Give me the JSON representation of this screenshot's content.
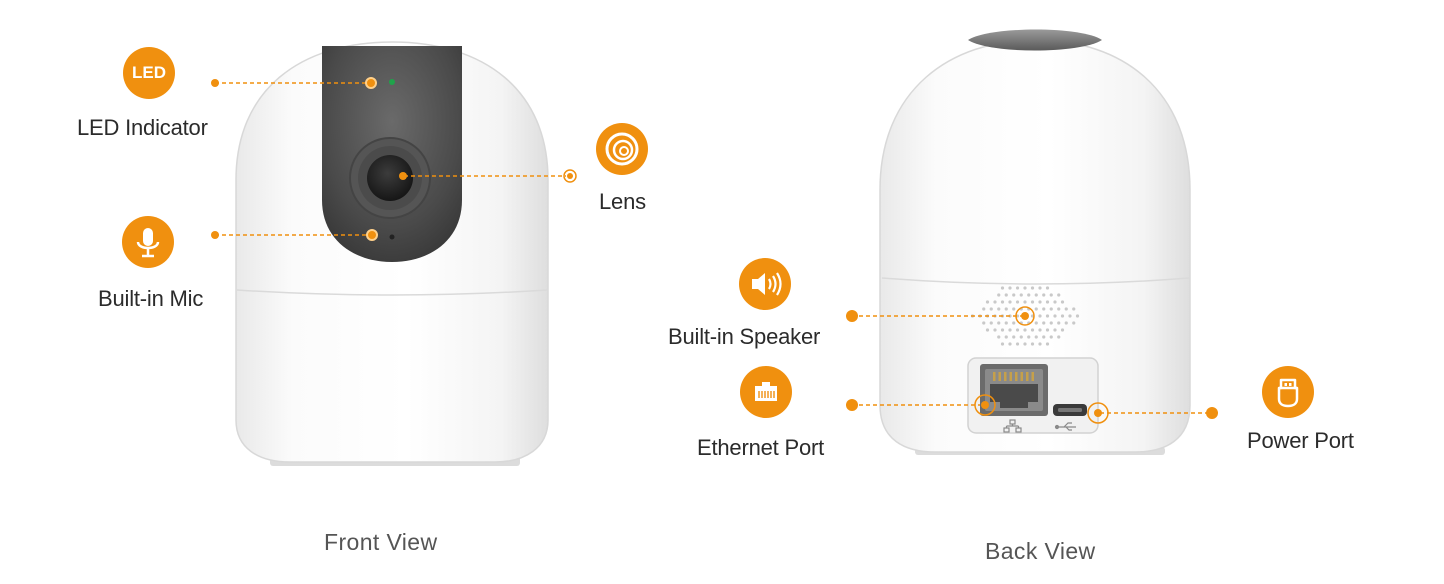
{
  "front_view": {
    "caption": "Front View",
    "callouts": {
      "led": {
        "label": "LED Indicator",
        "badge_text": "LED",
        "icon": "led-icon"
      },
      "mic": {
        "label": "Built-in Mic",
        "icon": "microphone-icon"
      },
      "lens": {
        "label": "Lens",
        "icon": "lens-icon"
      }
    }
  },
  "back_view": {
    "caption": "Back View",
    "callouts": {
      "speaker": {
        "label": "Built-in Speaker",
        "icon": "speaker-icon"
      },
      "ethernet": {
        "label": "Ethernet Port",
        "icon": "ethernet-port-icon"
      },
      "power": {
        "label": "Power Port",
        "icon": "usb-power-icon"
      }
    }
  },
  "colors": {
    "accent": "#f0900f",
    "camera_body": "#ffffff",
    "camera_face": "#4a4a4a",
    "led_green": "#1fa34a"
  }
}
